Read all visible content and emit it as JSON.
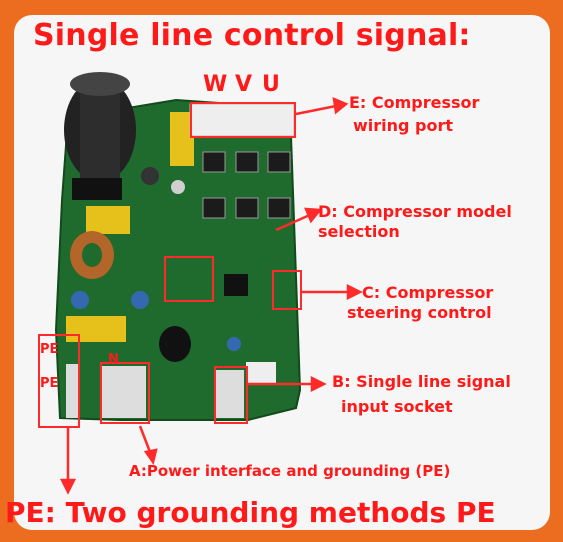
{
  "title": "Single line control signal:",
  "phases": {
    "w": "W",
    "v": "V",
    "u": "U"
  },
  "labels": {
    "e_line1": "E:  Compressor",
    "e_line2": "wiring port",
    "d_line1": "D:  Compressor model",
    "d_line2": "selection",
    "c_line1": "C:  Compressor",
    "c_line2": "steering control",
    "b_line1": "B:  Single line signal",
    "b_line2": "input socket",
    "a_line": "A:Power interface and grounding (PE)",
    "pe_top": "PE",
    "pe_bottom": "PE",
    "n": "N"
  },
  "bottom_title": "PE:  Two grounding methods PE",
  "colors": {
    "accent": "#ff1a1a",
    "border": "#ec6d20",
    "board": "#1f6b2e"
  }
}
